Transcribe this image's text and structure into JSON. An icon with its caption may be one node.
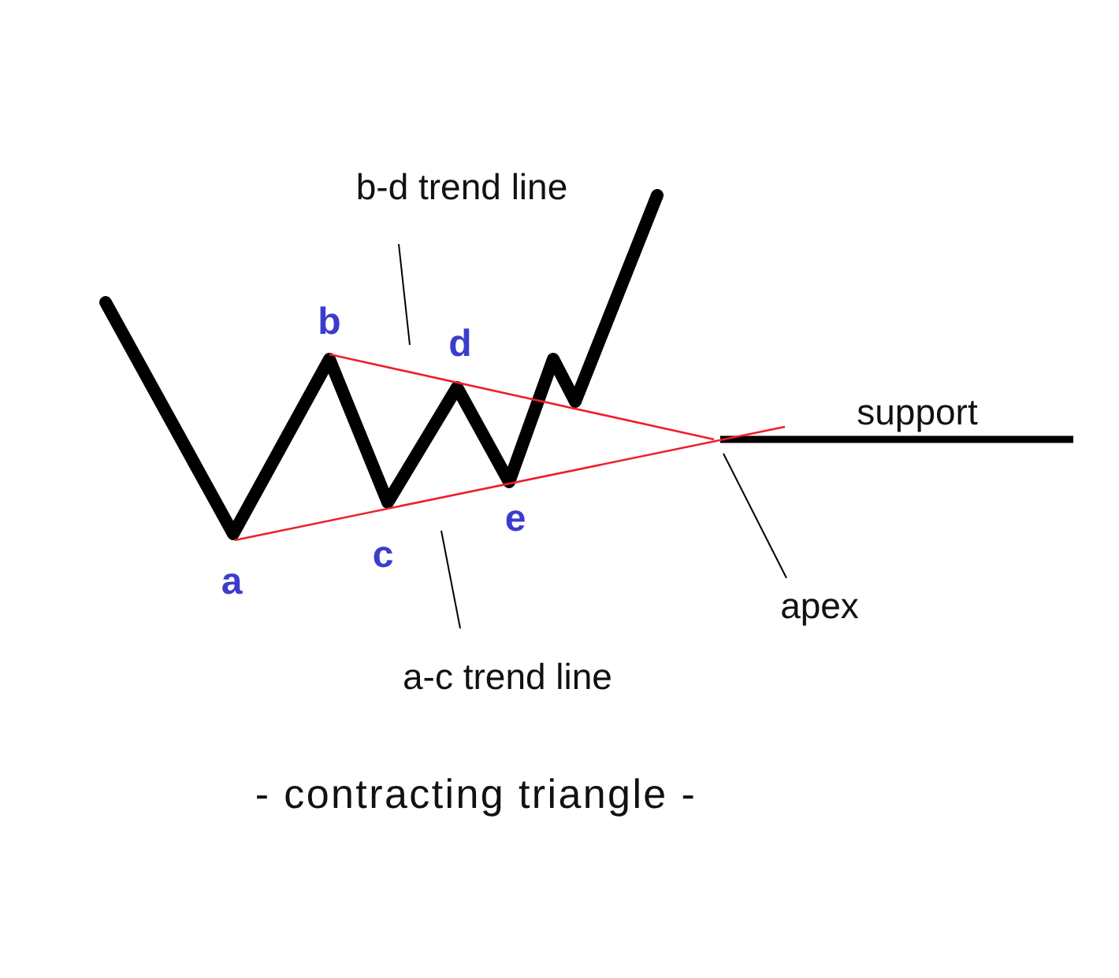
{
  "diagram": {
    "caption": "- contracting triangle -",
    "nodes": [
      {
        "text": [
          "b-d trend line"
        ]
      },
      {
        "text": [],
        "shape": "line"
      },
      {
        "text": [
          "a-c trend line"
        ]
      },
      {
        "text": [],
        "shape": "line"
      },
      {
        "text": [
          "apex"
        ]
      }
    ],
    "edges": [
      {
        "from": 0,
        "to": 1,
        "arrow": "none"
      },
      {
        "from": 2,
        "to": 3,
        "arrow": "none"
      },
      {
        "from": 4,
        "to": 3,
        "arrow": "none"
      }
    ],
    "labels": [
      "a",
      "b",
      "c",
      "d",
      "e",
      "support"
    ]
  }
}
